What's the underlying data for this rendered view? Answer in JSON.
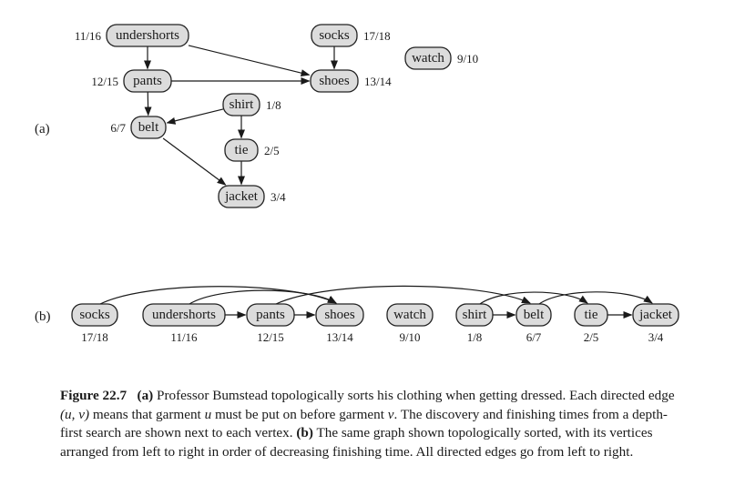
{
  "panel_a": {
    "label": "(a)",
    "nodes": [
      {
        "id": "undershorts",
        "label": "undershorts",
        "time": "11/16"
      },
      {
        "id": "socks",
        "label": "socks",
        "time": "17/18"
      },
      {
        "id": "watch",
        "label": "watch",
        "time": "9/10"
      },
      {
        "id": "pants",
        "label": "pants",
        "time": "12/15"
      },
      {
        "id": "shoes",
        "label": "shoes",
        "time": "13/14"
      },
      {
        "id": "shirt",
        "label": "shirt",
        "time": "1/8"
      },
      {
        "id": "belt",
        "label": "belt",
        "time": "6/7"
      },
      {
        "id": "tie",
        "label": "tie",
        "time": "2/5"
      },
      {
        "id": "jacket",
        "label": "jacket",
        "time": "3/4"
      }
    ],
    "edges": [
      {
        "from": "undershorts",
        "to": "pants"
      },
      {
        "from": "undershorts",
        "to": "shoes"
      },
      {
        "from": "socks",
        "to": "shoes"
      },
      {
        "from": "pants",
        "to": "shoes"
      },
      {
        "from": "pants",
        "to": "belt"
      },
      {
        "from": "shirt",
        "to": "belt"
      },
      {
        "from": "shirt",
        "to": "tie"
      },
      {
        "from": "tie",
        "to": "jacket"
      },
      {
        "from": "belt",
        "to": "jacket"
      }
    ]
  },
  "panel_b": {
    "label": "(b)",
    "order": [
      {
        "id": "socks",
        "label": "socks",
        "time": "17/18"
      },
      {
        "id": "undershorts",
        "label": "undershorts",
        "time": "11/16"
      },
      {
        "id": "pants",
        "label": "pants",
        "time": "12/15"
      },
      {
        "id": "shoes",
        "label": "shoes",
        "time": "13/14"
      },
      {
        "id": "watch",
        "label": "watch",
        "time": "9/10"
      },
      {
        "id": "shirt",
        "label": "shirt",
        "time": "1/8"
      },
      {
        "id": "belt",
        "label": "belt",
        "time": "6/7"
      },
      {
        "id": "tie",
        "label": "tie",
        "time": "2/5"
      },
      {
        "id": "jacket",
        "label": "jacket",
        "time": "3/4"
      }
    ],
    "edges": [
      {
        "from": "undershorts",
        "to": "pants"
      },
      {
        "from": "shirt",
        "to": "belt"
      },
      {
        "from": "tie",
        "to": "jacket"
      },
      {
        "from": "socks",
        "to": "shoes"
      },
      {
        "from": "undershorts",
        "to": "shoes"
      },
      {
        "from": "pants",
        "to": "shoes"
      },
      {
        "from": "pants",
        "to": "belt"
      },
      {
        "from": "shirt",
        "to": "tie"
      },
      {
        "from": "belt",
        "to": "jacket"
      }
    ]
  },
  "caption": {
    "figure_label": "Figure 22.7",
    "part_a": "(a)",
    "text_1": " Professor Bumstead topologically sorts his clothing when getting dressed. Each directed edge ",
    "edge_notation": "(u, v)",
    "text_2": " means that garment ",
    "var_u": "u",
    "text_3": " must be put on before garment ",
    "var_v": "v",
    "text_4": ". The discovery and finishing times from a depth-first search are shown next to each vertex. ",
    "part_b": "(b)",
    "text_5": " The same graph shown topologically sorted, with its vertices arranged from left to right in order of decreasing finishing time. All directed edges go from left to right."
  }
}
